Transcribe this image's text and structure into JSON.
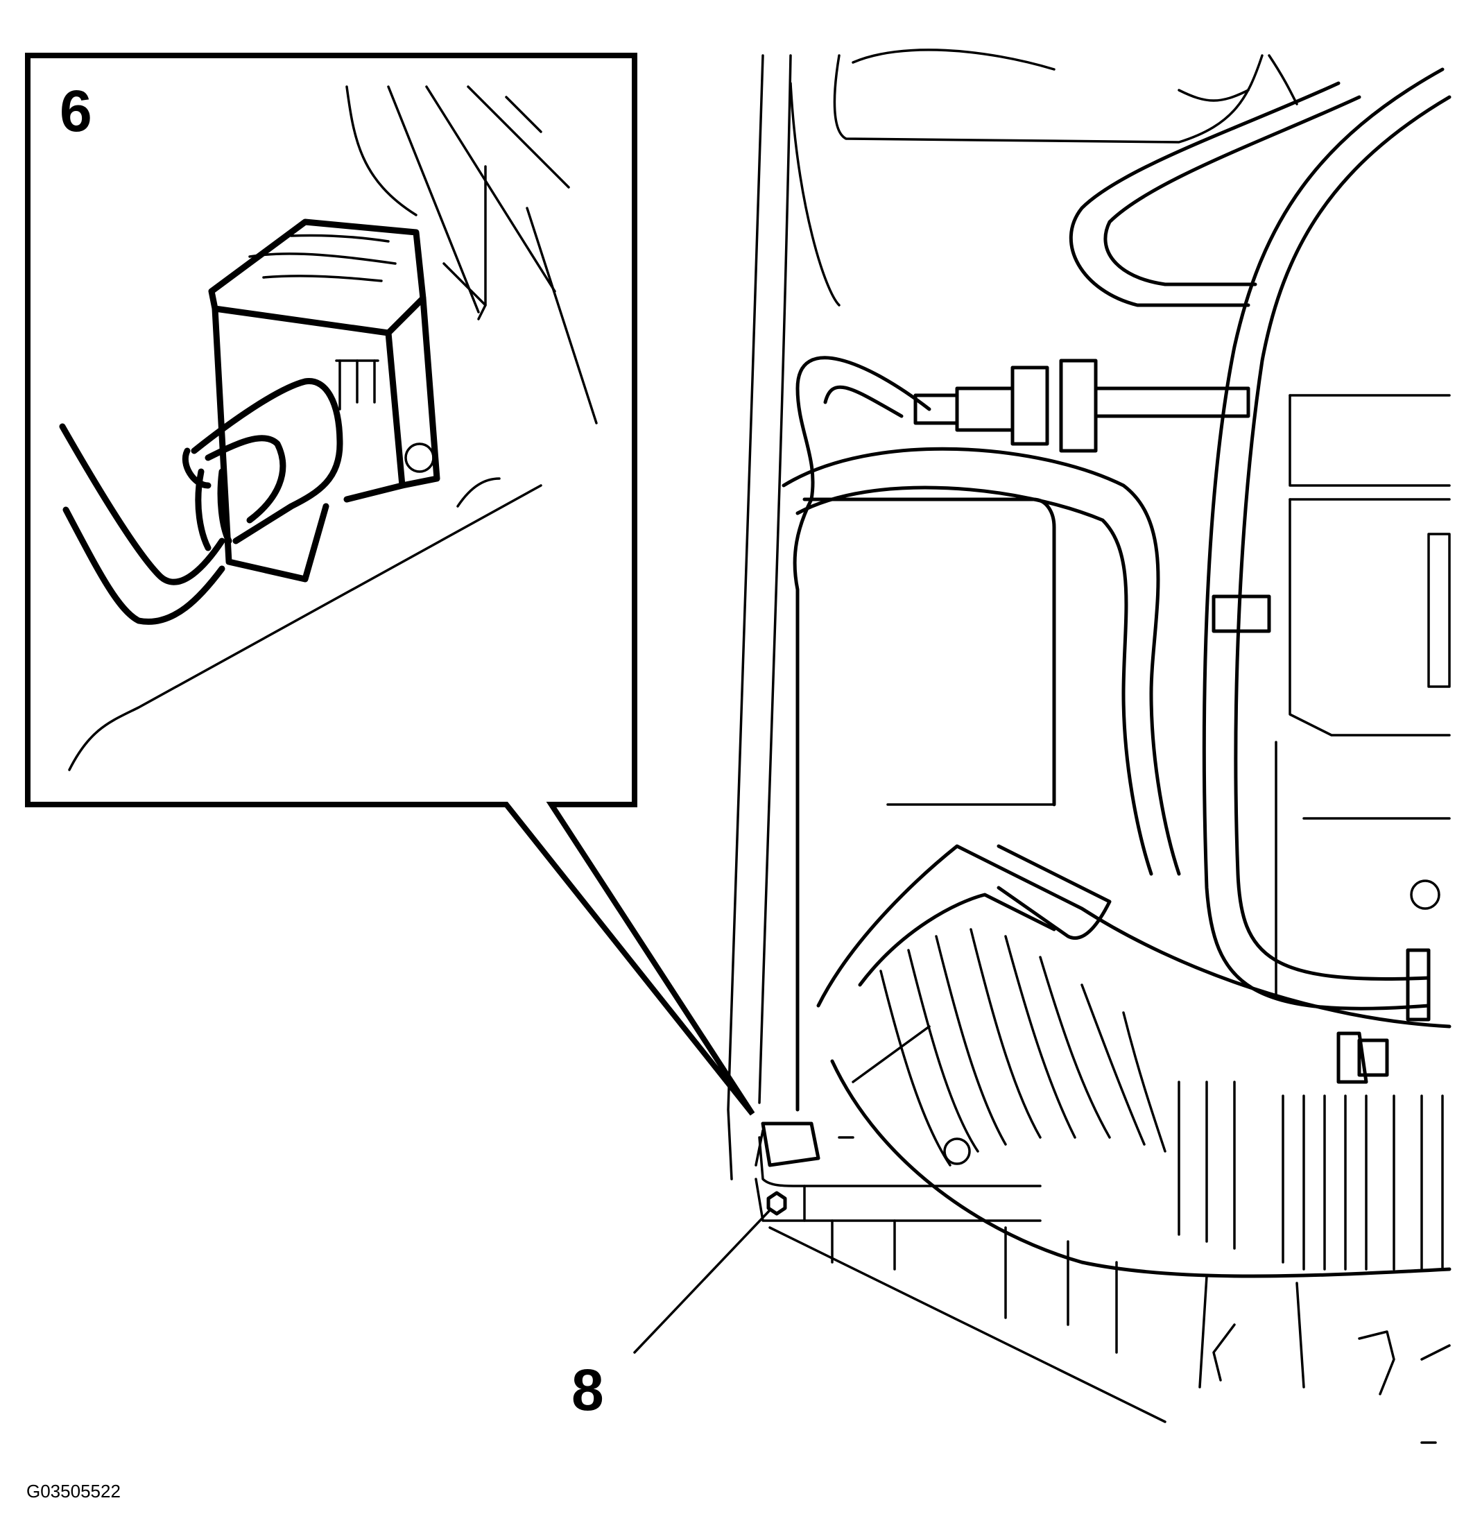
{
  "callouts": {
    "inset": "6",
    "main": "8"
  },
  "figure_id": "G03505522",
  "colors": {
    "ink": "#000000",
    "paper": "#ffffff"
  }
}
